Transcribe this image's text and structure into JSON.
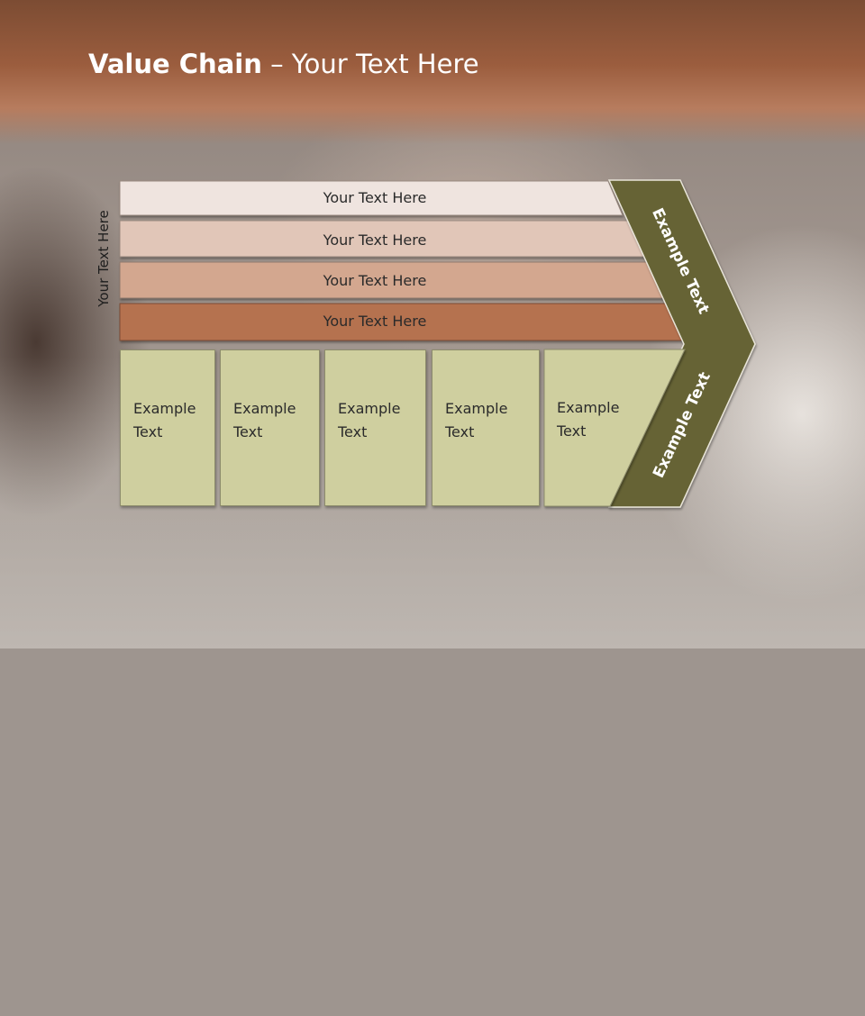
{
  "slide": {
    "title_bold": "Value Chain",
    "title_rest": " – Your Text Here",
    "side_label": "Your Text Here"
  },
  "bars": [
    {
      "label": "Your Text Here",
      "color": "#efe4df"
    },
    {
      "label": "Your Text Here",
      "color": "#e1c6b8"
    },
    {
      "label": "Your Text Here",
      "color": "#d3a78f"
    },
    {
      "label": "Your Text Here",
      "color": "#b57250"
    }
  ],
  "boxes": [
    {
      "line1": "Example",
      "line2": "Text"
    },
    {
      "line1": "Example",
      "line2": "Text"
    },
    {
      "line1": "Example",
      "line2": "Text"
    },
    {
      "line1": "Example",
      "line2": "Text"
    },
    {
      "line1": "Example",
      "line2": "Text"
    }
  ],
  "chevron": {
    "upper_label": "Example Text",
    "lower_label": "Example Text",
    "color": "#666434"
  },
  "colors": {
    "box_fill": "#cfcf9f",
    "header_band": "#9b5d3e"
  }
}
